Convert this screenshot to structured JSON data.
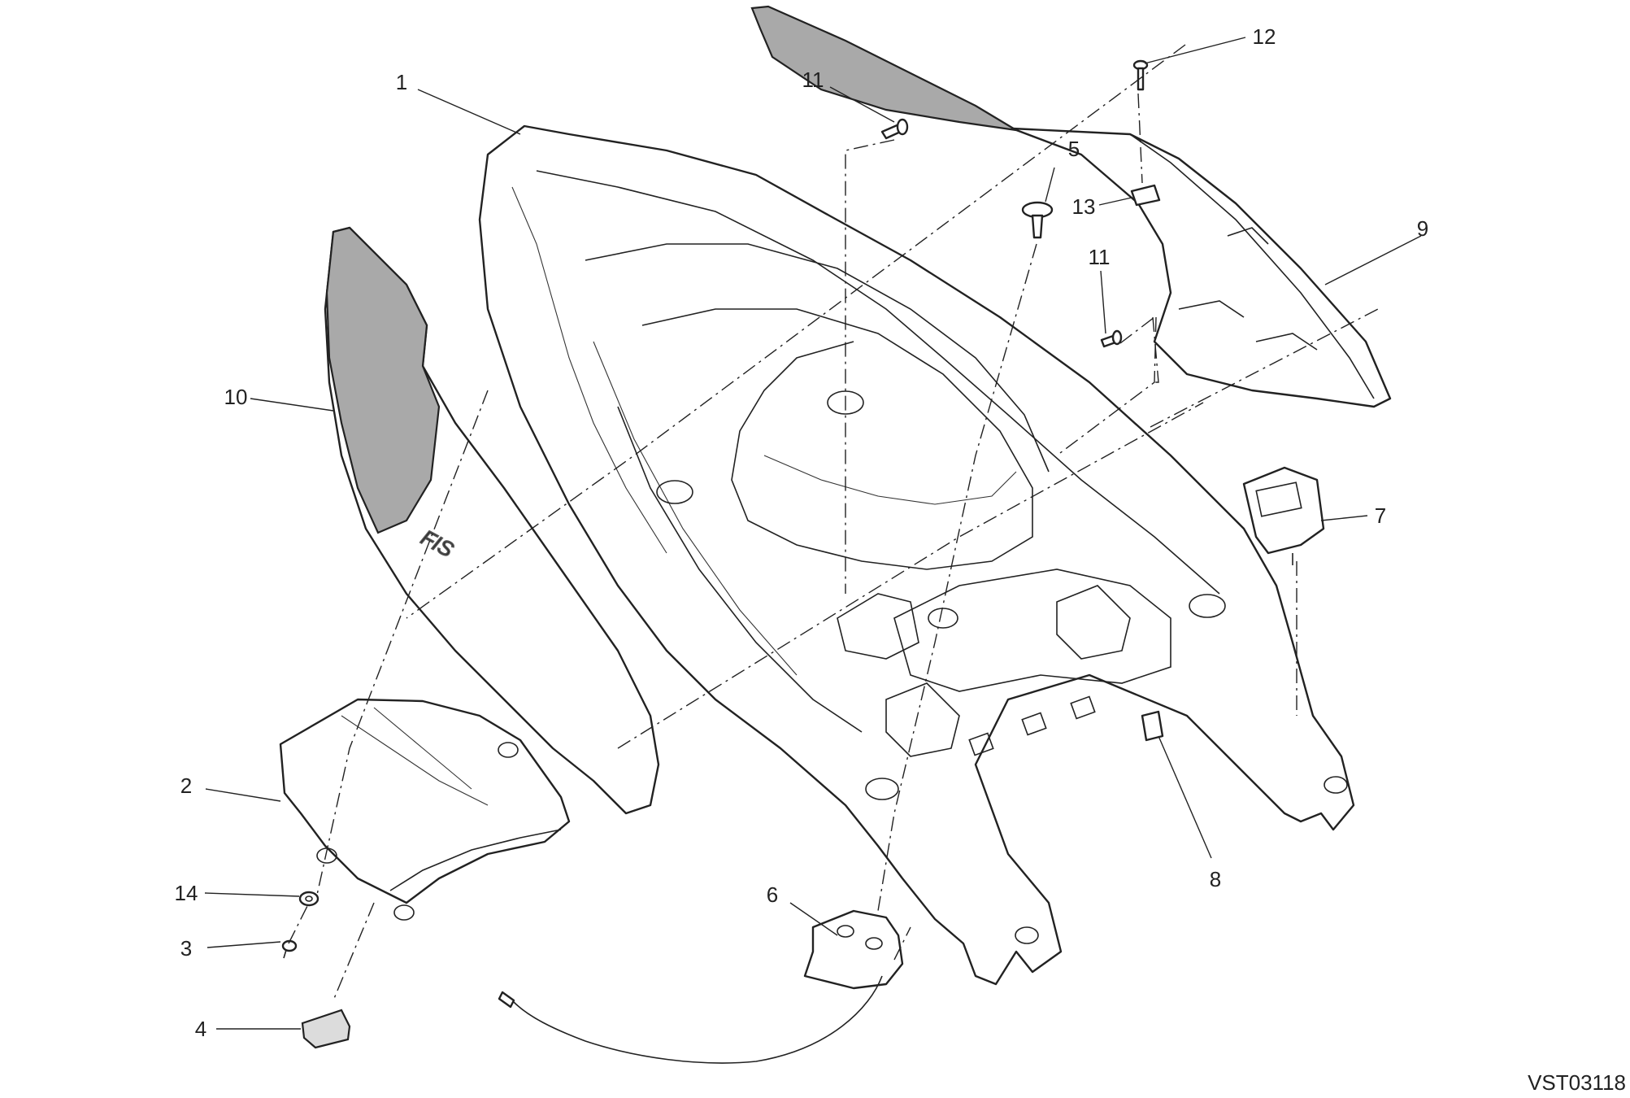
{
  "drawing_code": "VST03118",
  "callouts": [
    {
      "label": "1"
    },
    {
      "label": "2"
    },
    {
      "label": "3"
    },
    {
      "label": "4"
    },
    {
      "label": "5"
    },
    {
      "label": "6"
    },
    {
      "label": "7"
    },
    {
      "label": "8"
    },
    {
      "label": "9"
    },
    {
      "label": "10"
    },
    {
      "label": "11"
    },
    {
      "label": "11"
    },
    {
      "label": "12"
    },
    {
      "label": "13"
    },
    {
      "label": "14"
    }
  ],
  "decal_text": "FIS"
}
